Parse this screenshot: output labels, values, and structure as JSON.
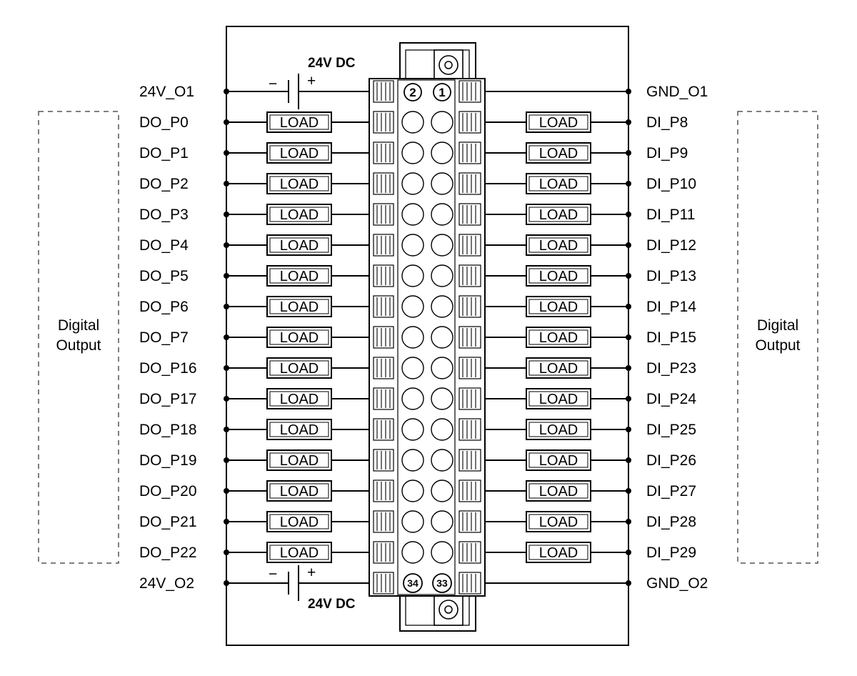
{
  "left_side_label": "Digital\nOutput",
  "right_side_label": "Digital\nOutput",
  "power": {
    "top_label": "24V DC",
    "bottom_label": "24V DC",
    "minus": "−",
    "plus": "+"
  },
  "load_label": "LOAD",
  "pin_markers": {
    "top_left": "2",
    "top_right": "1",
    "bottom_left": "34",
    "bottom_right": "33"
  },
  "left_pins": [
    "24V_O1",
    "DO_P0",
    "DO_P1",
    "DO_P2",
    "DO_P3",
    "DO_P4",
    "DO_P5",
    "DO_P6",
    "DO_P7",
    "DO_P16",
    "DO_P17",
    "DO_P18",
    "DO_P19",
    "DO_P20",
    "DO_P21",
    "DO_P22",
    "24V_O2"
  ],
  "right_pins": [
    "GND_O1",
    "DI_P8",
    "DI_P9",
    "DI_P10",
    "DI_P11",
    "DI_P12",
    "DI_P13",
    "DI_P14",
    "DI_P15",
    "DI_P23",
    "DI_P24",
    "DI_P25",
    "DI_P26",
    "DI_P27",
    "DI_P28",
    "DI_P29",
    "GND_O2"
  ]
}
